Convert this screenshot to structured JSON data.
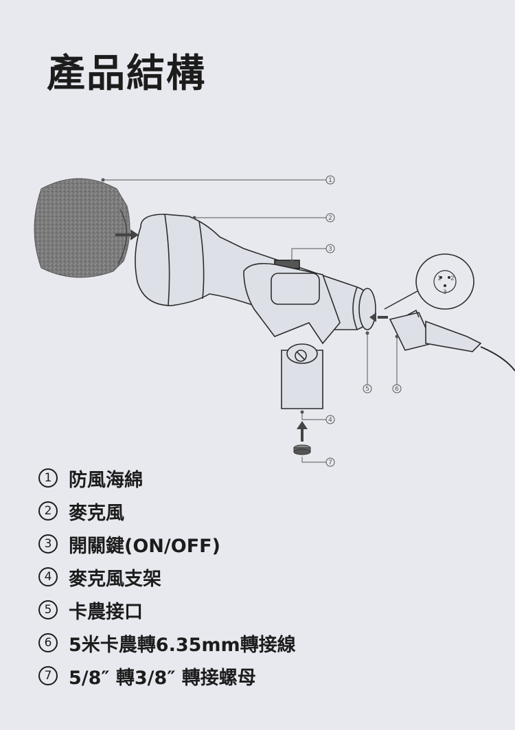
{
  "title": "產品結構",
  "callouts": [
    "1",
    "2",
    "3",
    "4",
    "5",
    "6",
    "7"
  ],
  "connector_pins": [
    "1",
    "2",
    "3"
  ],
  "legend": [
    {
      "num": "1",
      "label": "防風海綿"
    },
    {
      "num": "2",
      "label": "麥克風"
    },
    {
      "num": "3",
      "label": "開關鍵(ON/OFF)"
    },
    {
      "num": "4",
      "label": "麥克風支架"
    },
    {
      "num": "5",
      "label": "卡農接口"
    },
    {
      "num": "6",
      "label": "5米卡農轉6.35mm轉接線"
    },
    {
      "num": "7",
      "label": "5/8″ 轉3/8″ 轉接螺母"
    }
  ],
  "colors": {
    "background": "#e7e9ee",
    "text": "#1c1c1c",
    "line": "#555555",
    "foam": "#6e6e6e"
  }
}
